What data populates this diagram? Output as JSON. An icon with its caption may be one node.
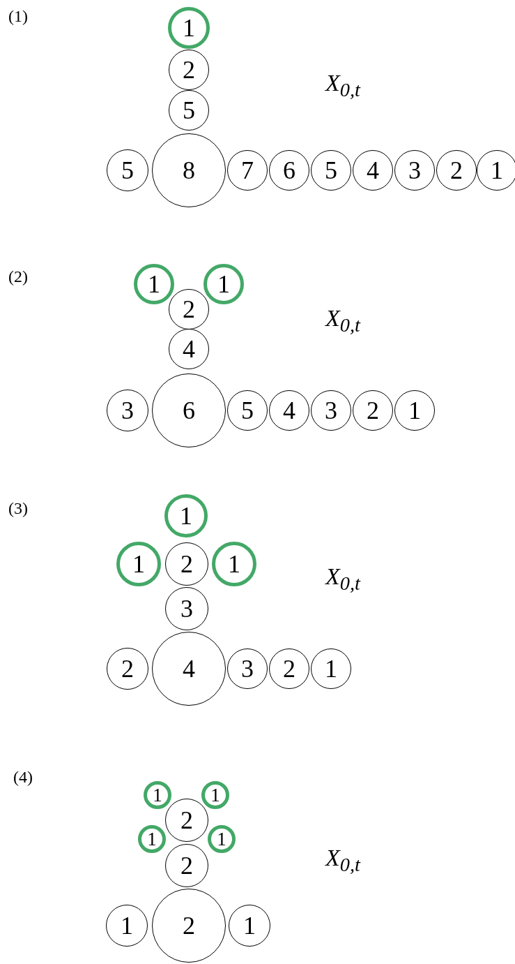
{
  "diagram": {
    "nodes": [
      {
        "text": [
          "1"
        ]
      },
      {
        "text": [
          "2"
        ]
      },
      {
        "text": [
          "5"
        ]
      },
      {
        "text": [
          "5"
        ]
      },
      {
        "text": [
          "8"
        ]
      },
      {
        "text": [
          "7"
        ]
      },
      {
        "text": [
          "6"
        ]
      },
      {
        "text": [
          "5"
        ]
      },
      {
        "text": [
          "4"
        ]
      },
      {
        "text": [
          "3"
        ]
      },
      {
        "text": [
          "2"
        ]
      },
      {
        "text": [
          "1"
        ]
      },
      {
        "text": [
          "1"
        ]
      },
      {
        "text": [
          "1"
        ]
      },
      {
        "text": [
          "2"
        ]
      },
      {
        "text": [
          "4"
        ]
      },
      {
        "text": [
          "3"
        ]
      },
      {
        "text": [
          "6"
        ]
      },
      {
        "text": [
          "5"
        ]
      },
      {
        "text": [
          "4"
        ]
      },
      {
        "text": [
          "3"
        ]
      },
      {
        "text": [
          "2"
        ]
      },
      {
        "text": [
          "1"
        ]
      },
      {
        "text": [
          "1"
        ]
      },
      {
        "text": [
          "1"
        ]
      },
      {
        "text": [
          "2"
        ]
      },
      {
        "text": [
          "1"
        ]
      },
      {
        "text": [
          "3"
        ]
      },
      {
        "text": [
          "2"
        ]
      },
      {
        "text": [
          "4"
        ]
      },
      {
        "text": [
          "3"
        ]
      },
      {
        "text": [
          "2"
        ]
      },
      {
        "text": [
          "1"
        ]
      },
      {
        "text": [
          "1"
        ]
      },
      {
        "text": [
          "1"
        ]
      },
      {
        "text": [
          "2"
        ]
      },
      {
        "text": [
          "1"
        ]
      },
      {
        "text": [
          "1"
        ]
      },
      {
        "text": [
          "2"
        ]
      },
      {
        "text": [
          "1"
        ]
      },
      {
        "text": [
          "2"
        ]
      },
      {
        "text": [
          "1"
        ]
      }
    ],
    "edges": [],
    "labels": [
      "(1)",
      "X$_{0,t}$",
      "(2)",
      "X$_{0,t}$",
      "(3)",
      "X$_{0,t}$",
      "(4)",
      "X$_{0,t}$"
    ]
  }
}
